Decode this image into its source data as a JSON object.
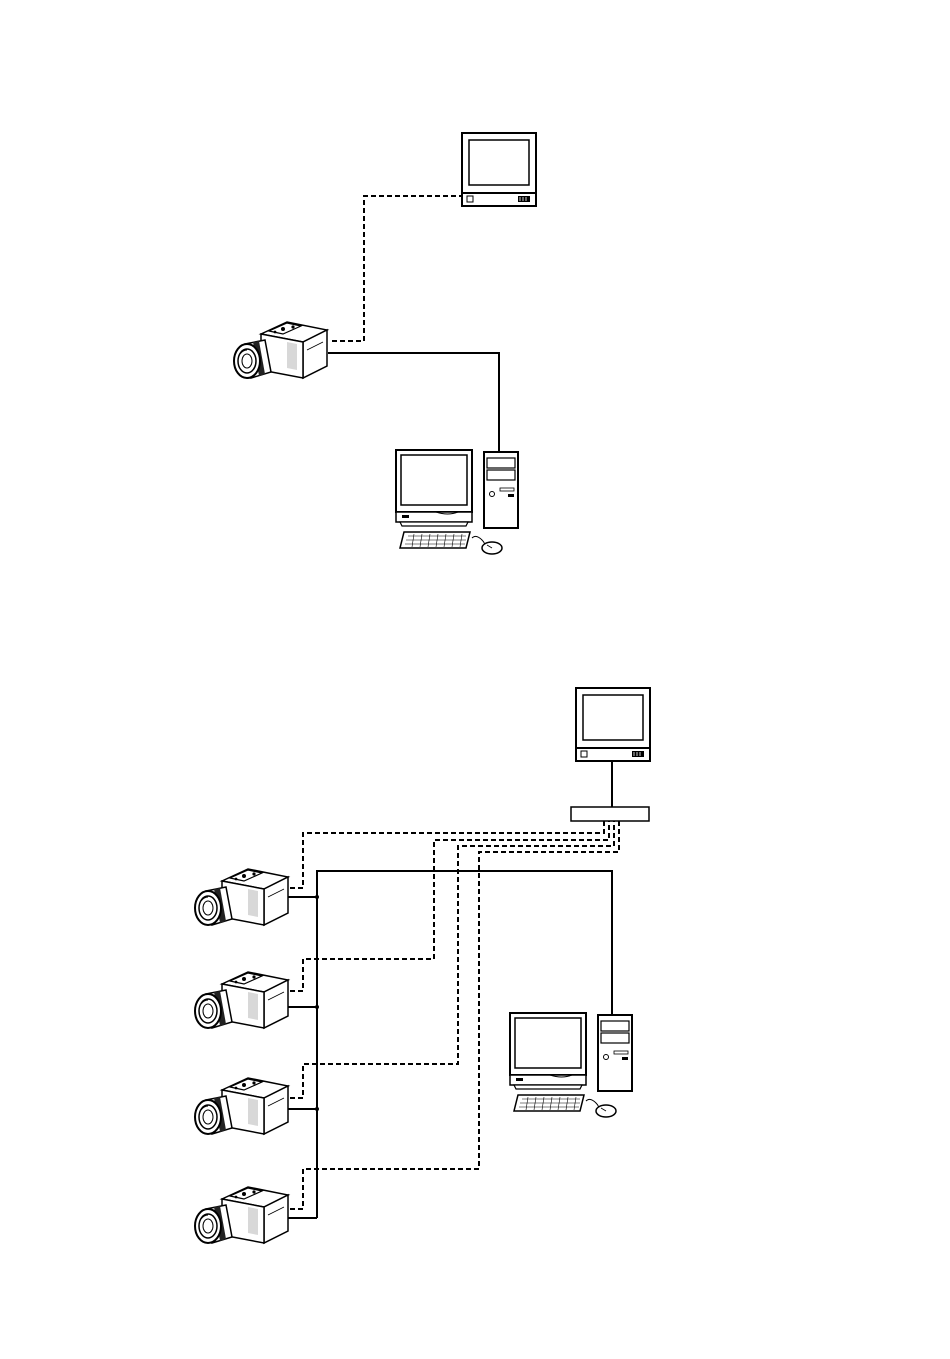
{
  "page": {
    "background": "#ffffff",
    "line_color": "#000000"
  },
  "diagrams": [
    {
      "name": "single-camera-system",
      "devices": [
        {
          "id": "video-monitor",
          "icon": "crt-monitor-icon"
        },
        {
          "id": "network-camera",
          "icon": "box-camera-icon"
        },
        {
          "id": "pc",
          "icon": "desktop-pc-icon"
        }
      ],
      "connections": [
        {
          "from": "network-camera",
          "to": "video-monitor",
          "style": "dashed"
        },
        {
          "from": "network-camera",
          "to": "pc",
          "style": "solid"
        }
      ]
    },
    {
      "name": "multi-camera-system",
      "devices": [
        {
          "id": "video-monitor",
          "icon": "crt-monitor-icon"
        },
        {
          "id": "switcher",
          "icon": "switcher-box-icon"
        },
        {
          "id": "camera-1",
          "icon": "box-camera-icon"
        },
        {
          "id": "camera-2",
          "icon": "box-camera-icon"
        },
        {
          "id": "camera-3",
          "icon": "box-camera-icon"
        },
        {
          "id": "camera-4",
          "icon": "box-camera-icon"
        },
        {
          "id": "pc",
          "icon": "desktop-pc-icon"
        }
      ],
      "connections": [
        {
          "from": "switcher",
          "to": "video-monitor",
          "style": "solid"
        },
        {
          "from": "camera-1",
          "to": "switcher",
          "style": "dashed"
        },
        {
          "from": "camera-2",
          "to": "switcher",
          "style": "dashed"
        },
        {
          "from": "camera-3",
          "to": "switcher",
          "style": "dashed"
        },
        {
          "from": "camera-4",
          "to": "switcher",
          "style": "dashed"
        },
        {
          "from": "camera-1",
          "to": "pc",
          "style": "solid"
        },
        {
          "from": "camera-2",
          "to": "pc",
          "style": "solid"
        },
        {
          "from": "camera-3",
          "to": "pc",
          "style": "solid"
        },
        {
          "from": "camera-4",
          "to": "pc",
          "style": "solid"
        }
      ]
    }
  ]
}
